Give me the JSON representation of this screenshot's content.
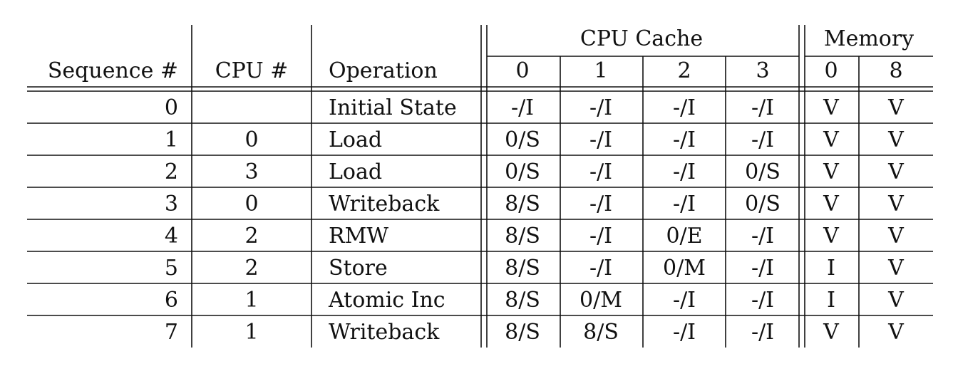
{
  "table": {
    "group_headers": {
      "cpu_cache": "CPU Cache",
      "memory": "Memory"
    },
    "columns": {
      "sequence": "Sequence #",
      "cpu": "CPU #",
      "operation": "Operation",
      "cache_0": "0",
      "cache_1": "1",
      "cache_2": "2",
      "cache_3": "3",
      "mem_0": "0",
      "mem_8": "8"
    },
    "rows": [
      {
        "seq": "0",
        "cpu": "",
        "op": "Initial State",
        "c0": "-/I",
        "c1": "-/I",
        "c2": "-/I",
        "c3": "-/I",
        "m0": "V",
        "m8": "V"
      },
      {
        "seq": "1",
        "cpu": "0",
        "op": "Load",
        "c0": "0/S",
        "c1": "-/I",
        "c2": "-/I",
        "c3": "-/I",
        "m0": "V",
        "m8": "V"
      },
      {
        "seq": "2",
        "cpu": "3",
        "op": "Load",
        "c0": "0/S",
        "c1": "-/I",
        "c2": "-/I",
        "c3": "0/S",
        "m0": "V",
        "m8": "V"
      },
      {
        "seq": "3",
        "cpu": "0",
        "op": "Writeback",
        "c0": "8/S",
        "c1": "-/I",
        "c2": "-/I",
        "c3": "0/S",
        "m0": "V",
        "m8": "V"
      },
      {
        "seq": "4",
        "cpu": "2",
        "op": "RMW",
        "c0": "8/S",
        "c1": "-/I",
        "c2": "0/E",
        "c3": "-/I",
        "m0": "V",
        "m8": "V"
      },
      {
        "seq": "5",
        "cpu": "2",
        "op": "Store",
        "c0": "8/S",
        "c1": "-/I",
        "c2": "0/M",
        "c3": "-/I",
        "m0": "I",
        "m8": "V"
      },
      {
        "seq": "6",
        "cpu": "1",
        "op": "Atomic Inc",
        "c0": "8/S",
        "c1": "0/M",
        "c2": "-/I",
        "c3": "-/I",
        "m0": "I",
        "m8": "V"
      },
      {
        "seq": "7",
        "cpu": "1",
        "op": "Writeback",
        "c0": "8/S",
        "c1": "8/S",
        "c2": "-/I",
        "c3": "-/I",
        "m0": "V",
        "m8": "V"
      }
    ]
  }
}
